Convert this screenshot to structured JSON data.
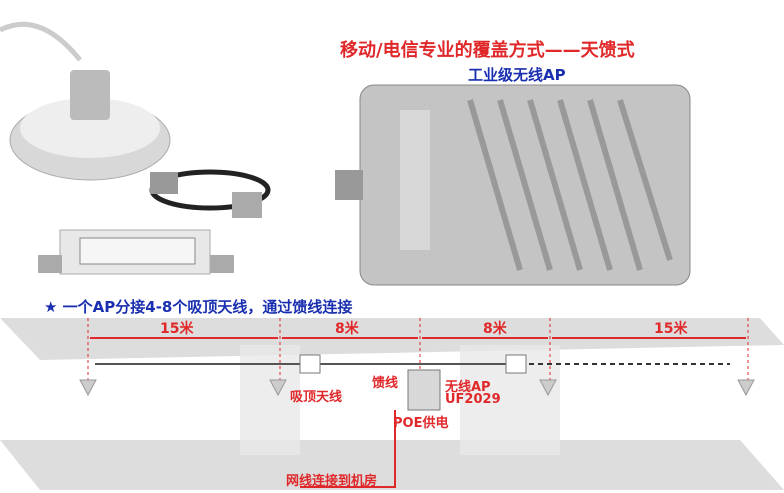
{
  "title": "移动/电信专业的覆盖方式——天馈式",
  "subtitle": "工业级无线AP",
  "note": "★ 一个AP分接4-8个吸顶天线，通过馈线连接",
  "distances": [
    "15米",
    "8米",
    "8米",
    "15米"
  ],
  "labels": {
    "feeder": "馈线",
    "ceiling_antenna": "吸顶天线",
    "ap": "无线AP",
    "model": "UF2029",
    "poe": "POE供电",
    "network": "网线连接到机房"
  },
  "colors": {
    "title": "#e0282a",
    "subtitle": "#1a2fb0"
  }
}
